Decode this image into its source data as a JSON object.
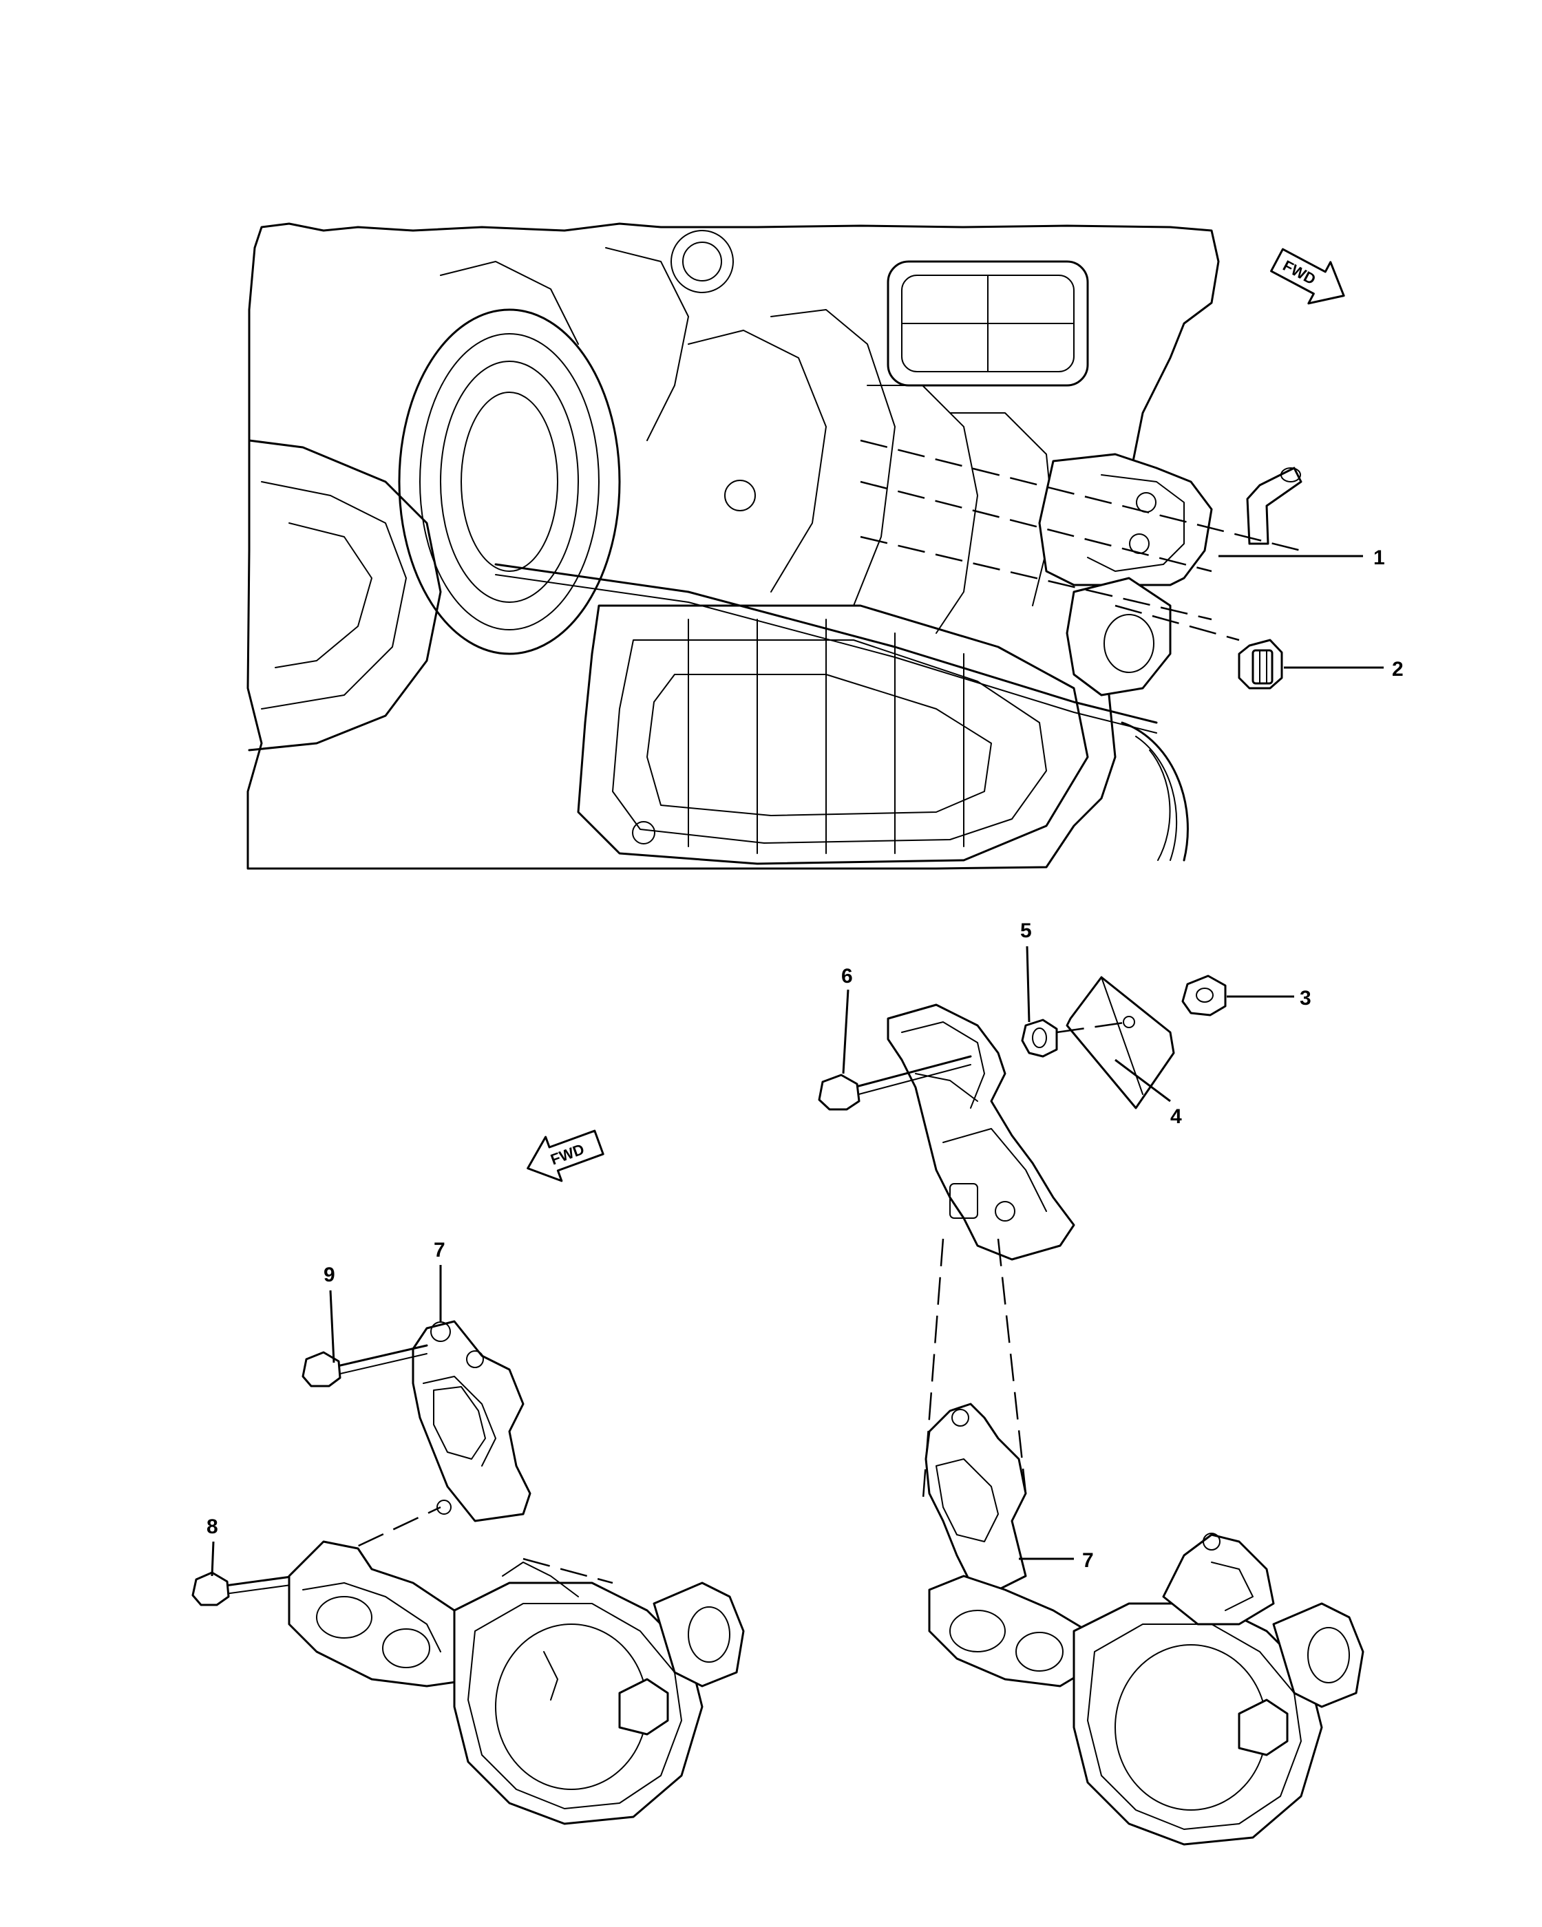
{
  "fwd_label": "FWD",
  "callouts": {
    "c1": "1",
    "c2": "2",
    "c3": "3",
    "c4": "4",
    "c5": "5",
    "c6": "6",
    "c7a": "7",
    "c7b": "7",
    "c8": "8",
    "c9": "9"
  },
  "icons": [
    "fwd-arrow-icon"
  ]
}
